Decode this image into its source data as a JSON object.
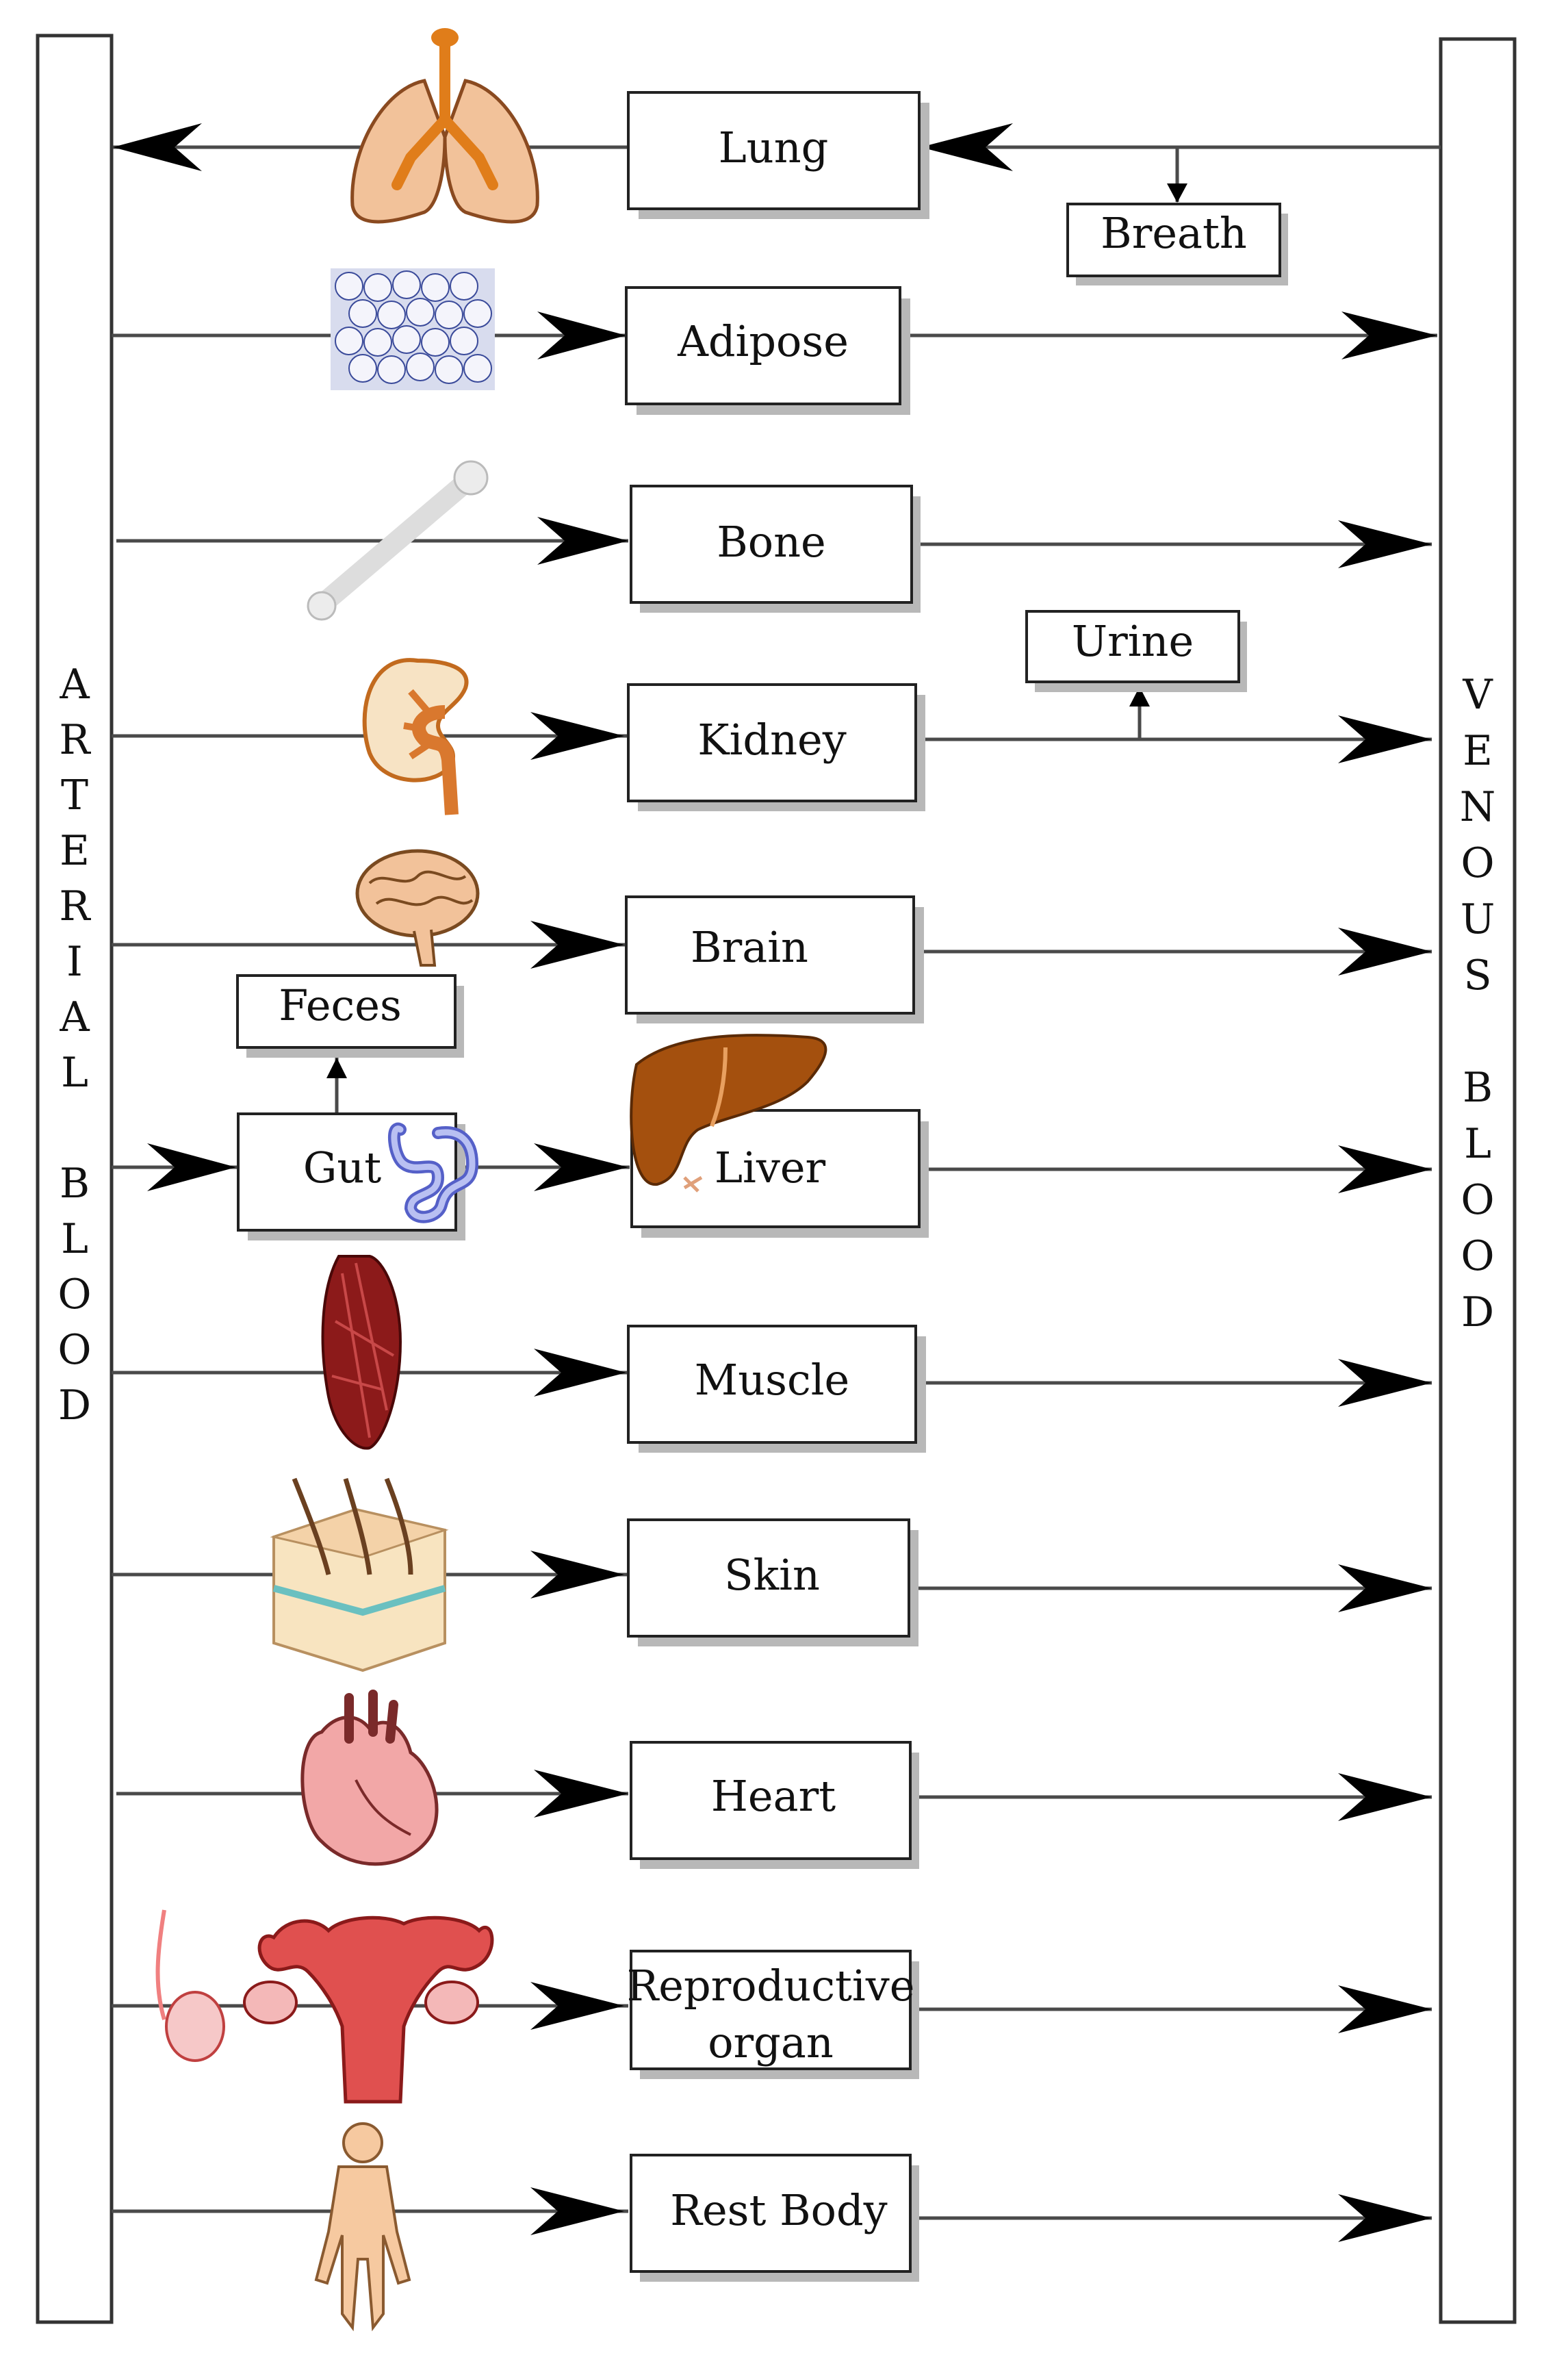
{
  "arterial_label": "ARTERIAL BLOOD",
  "venous_label": "VENOUS BLOOD",
  "compartments": {
    "lung": "Lung",
    "adipose": "Adipose",
    "bone": "Bone",
    "kidney": "Kidney",
    "brain": "Brain",
    "gut": "Gut",
    "liver": "Liver",
    "muscle": "Muscle",
    "skin": "Skin",
    "heart": "Heart",
    "reproductive_line1": "Reproductive",
    "reproductive_line2": "organ",
    "rest_body": "Rest Body"
  },
  "excretion": {
    "breath": "Breath",
    "urine": "Urine",
    "feces": "Feces"
  },
  "icons": [
    "lungs-icon",
    "adipose-tissue-icon",
    "bone-icon",
    "kidney-icon",
    "brain-icon",
    "intestine-icon",
    "liver-icon",
    "muscle-icon",
    "skin-icon",
    "heart-icon",
    "reproductive-organ-icon",
    "human-body-icon"
  ],
  "colors": {
    "line": "#4a4a4a",
    "box_border": "#222222",
    "shadow": "#b8b8b8",
    "lung": "#f2c29a",
    "kidney": "#d9782e",
    "liver": "#a4500e",
    "muscle": "#8c1a1a",
    "heart": "#f2a7a7",
    "uterus": "#e0504f"
  }
}
